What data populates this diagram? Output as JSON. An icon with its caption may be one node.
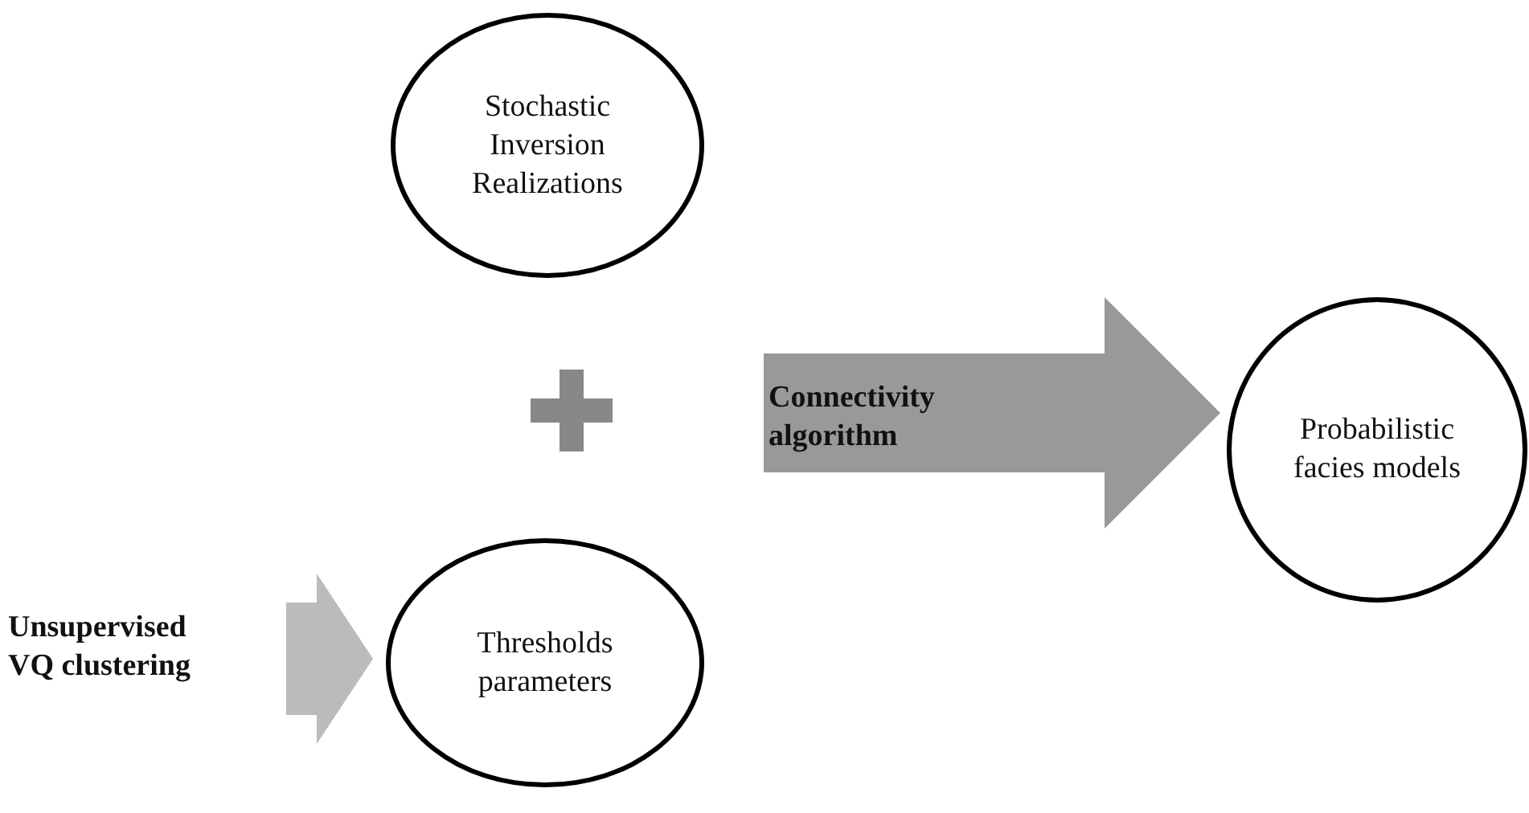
{
  "diagram": {
    "nodes": [
      {
        "text": [
          "Stochastic Inversion Realizations"
        ]
      },
      {
        "text": [
          "Thresholds parameters"
        ]
      },
      {
        "text": [
          "Probabilistic facies models"
        ]
      },
      {
        "text": [
          "Unsupervised VQ clustering"
        ]
      }
    ],
    "edges": [
      {
        "from": null,
        "to": 2,
        "arrow": "to",
        "label": "Connectivity algorithm",
        "style": "thick",
        "color": "#999999"
      },
      {
        "from": 3,
        "to": 1,
        "arrow": "to",
        "style": "thick",
        "color": "#bbbbbb"
      }
    ]
  }
}
